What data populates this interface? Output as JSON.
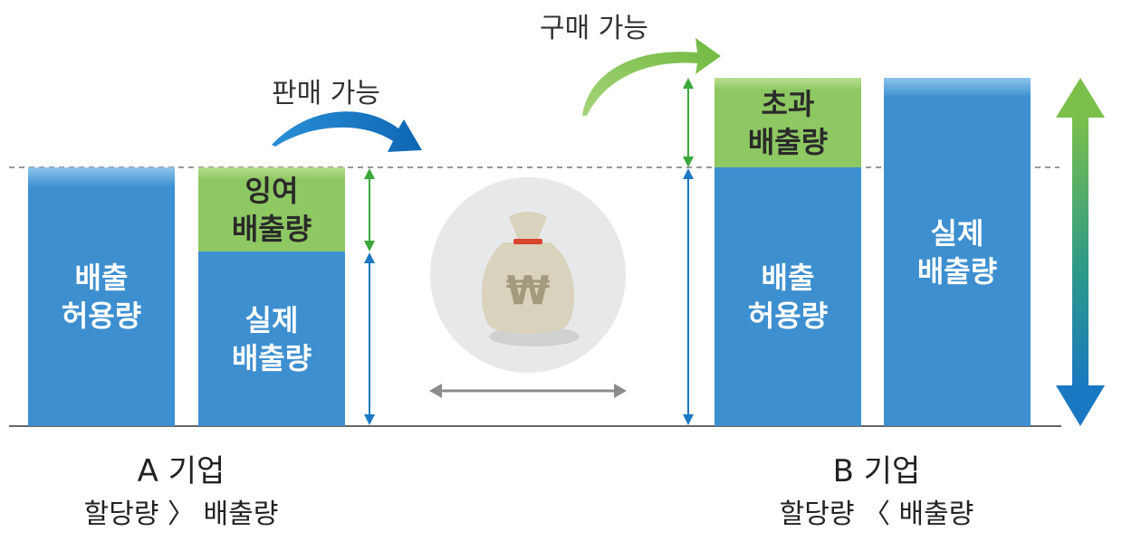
{
  "company_a": {
    "bar1_label": "배출\n허용량",
    "surplus_label": "잉여\n배출량",
    "actual_label": "실제\n배출량",
    "title": "A 기업",
    "subtitle": "할당량 〉 배출량"
  },
  "company_b": {
    "excess_label": "초과\n배출량",
    "allow_label": "배출\n허용량",
    "actual_label": "실제\n배출량",
    "title": "B 기업",
    "subtitle": "할당량 〈 배출량"
  },
  "arrows": {
    "sell_label": "판매 가능",
    "buy_label": "구매 가능"
  },
  "icons": {
    "money_bag": "money-bag-icon",
    "currency_symbol": "₩"
  },
  "colors": {
    "bar_blue": "#3d8fd0",
    "surplus_green": "#8dc862",
    "sell_arrow": "#1b78c2",
    "buy_arrow": "#7cc04b"
  }
}
